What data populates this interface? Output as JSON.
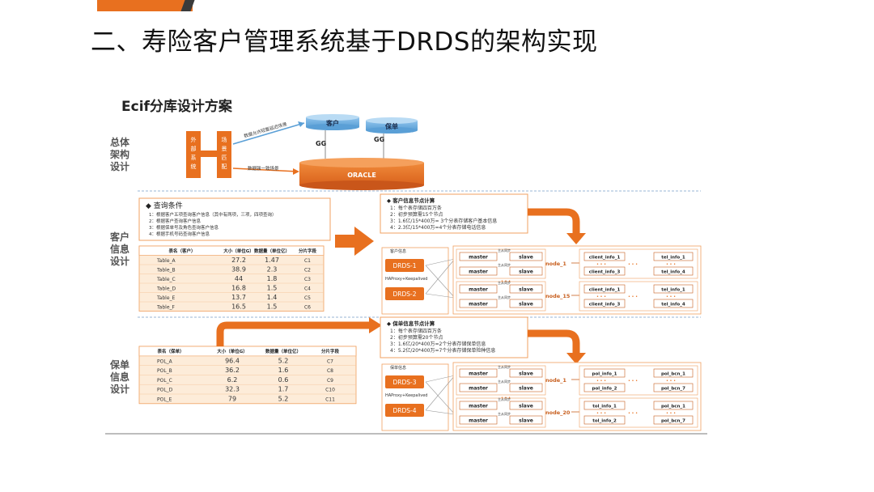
{
  "slide": {
    "title": "二、寿险客户管理系统基于DRDS的架构实现",
    "subtitle": "Ecif分库设计方案"
  },
  "sections": {
    "overall": [
      "总体",
      "架构",
      "设计"
    ],
    "customer": [
      "客户",
      "信息",
      "设计"
    ],
    "policy": [
      "保单",
      "信息",
      "设计"
    ]
  },
  "architecture": {
    "external_system": [
      "外",
      "部",
      "系",
      "统"
    ],
    "scene_match": [
      "场",
      "景",
      "匹",
      "配"
    ],
    "db_customer": "客户",
    "db_policy": "保单",
    "gg": "GG",
    "oracle": "ORACLE",
    "label_upper": "数据允许短暂延迟场景",
    "label_lower": "数据强一致场景"
  },
  "query": {
    "title": "查询条件",
    "items": [
      "1：根据客户五项查询客户信息（其中有两项，三项，四项查询）",
      "2：根据客户查询客户信息",
      "3：根据保单号及角色查询客户信息",
      "4：根据手机号码查询客户信息"
    ]
  },
  "customer_table": {
    "headers": [
      "表名（客户）",
      "大小（单位G）",
      "数据量（单位亿）",
      "分片字段"
    ],
    "rows": [
      [
        "Table_A",
        "27.2",
        "1.47",
        "C1"
      ],
      [
        "Table_B",
        "38.9",
        "2.3",
        "C2"
      ],
      [
        "Table_C",
        "44",
        "1.8",
        "C3"
      ],
      [
        "Table_D",
        "16.8",
        "1.5",
        "C4"
      ],
      [
        "Table_E",
        "13.7",
        "1.4",
        "C5"
      ],
      [
        "Table_F",
        "16.5",
        "1.5",
        "C6"
      ]
    ]
  },
  "customer_calc": {
    "title": "客户信息节点计算",
    "items": [
      "1：每个表存储四百万条",
      "2：初步预算需15个节点",
      "3：1.6亿/15*400万= 3个分表存储客户基本信息",
      "4：2.3亿/15*400万=4个分表存储电话信息"
    ]
  },
  "customer_cluster": {
    "label": "客户信息",
    "drds1": "DRDS-1",
    "drds2": "DRDS-2",
    "ha": "HAProxy+Keepalived",
    "master": "master",
    "slave": "slave",
    "sync": "主从同步",
    "dots": "• • •",
    "node_a": "node_1",
    "node_b": "node_15",
    "tables_a": [
      "client_info_1",
      "client_info_3",
      "tel_info_1",
      "tel_info_4"
    ],
    "tables_b": [
      "client_info_1",
      "client_info_3",
      "tel_info_1",
      "tel_info_4"
    ]
  },
  "policy_table": {
    "headers": [
      "表名（保单）",
      "大小（单位G）",
      "数据量（单位亿）",
      "分片字段"
    ],
    "rows": [
      [
        "POL_A",
        "96.4",
        "5.2",
        "C7"
      ],
      [
        "POL_B",
        "36.2",
        "1.6",
        "C8"
      ],
      [
        "POL_C",
        "6.2",
        "0.6",
        "C9"
      ],
      [
        "POL_D",
        "32.3",
        "1.7",
        "C10"
      ],
      [
        "POL_E",
        "79",
        "5.2",
        "C11"
      ]
    ]
  },
  "policy_calc": {
    "title": "保单信息节点计算",
    "items": [
      "1：每个表存储四百万条",
      "2：初步预算需20个节点",
      "3：1.6亿/20*400万=2个分表存储保单信息",
      "4：5.2亿/20*400万=7个分表存储保单险种信息"
    ]
  },
  "policy_cluster": {
    "label": "保单信息",
    "drds3": "DRDS-3",
    "drds4": "DRDS-4",
    "ha": "HAProxy+Keepalived",
    "master": "master",
    "slave": "slave",
    "sync": "主从同步",
    "dots": "• • •",
    "node_a": "node_1",
    "node_b": "node_20",
    "tables_a": [
      "pol_info_1",
      "pol_info_2",
      "pol_bcn_1",
      "pol_bcn_7"
    ],
    "tables_b": [
      "tol_info_1",
      "tol_info_2",
      "pol_bcn_1",
      "pol_bcn_7"
    ]
  }
}
